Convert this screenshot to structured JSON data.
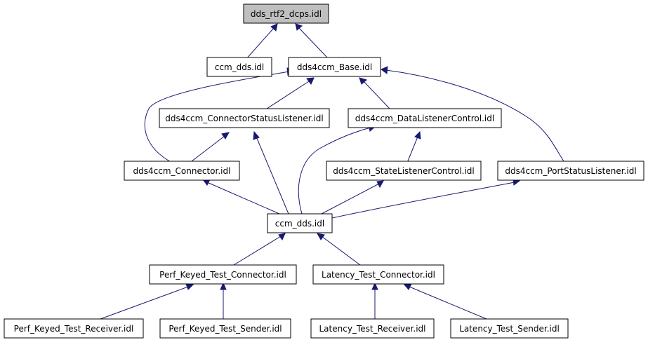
{
  "nodes": {
    "dds_rtf2_dcps": "dds_rtf2_dcps.idl",
    "ccm_dds_top": "ccm_dds.idl",
    "dds4ccm_base": "dds4ccm_Base.idl",
    "connector_status_listener": "dds4ccm_ConnectorStatusListener.idl",
    "data_listener_control": "dds4ccm_DataListenerControl.idl",
    "connector": "dds4ccm_Connector.idl",
    "state_listener_control": "dds4ccm_StateListenerControl.idl",
    "port_status_listener": "dds4ccm_PortStatusListener.idl",
    "ccm_dds_mid": "ccm_dds.idl",
    "perf_keyed_test_connector": "Perf_Keyed_Test_Connector.idl",
    "latency_test_connector": "Latency_Test_Connector.idl",
    "perf_keyed_test_receiver": "Perf_Keyed_Test_Receiver.idl",
    "perf_keyed_test_sender": "Perf_Keyed_Test_Sender.idl",
    "latency_test_receiver": "Latency_Test_Receiver.idl",
    "latency_test_sender": "Latency_Test_Sender.idl"
  },
  "colors": {
    "edge": "#191970",
    "root_fill": "#bfbfbf",
    "node_fill": "#ffffff"
  }
}
